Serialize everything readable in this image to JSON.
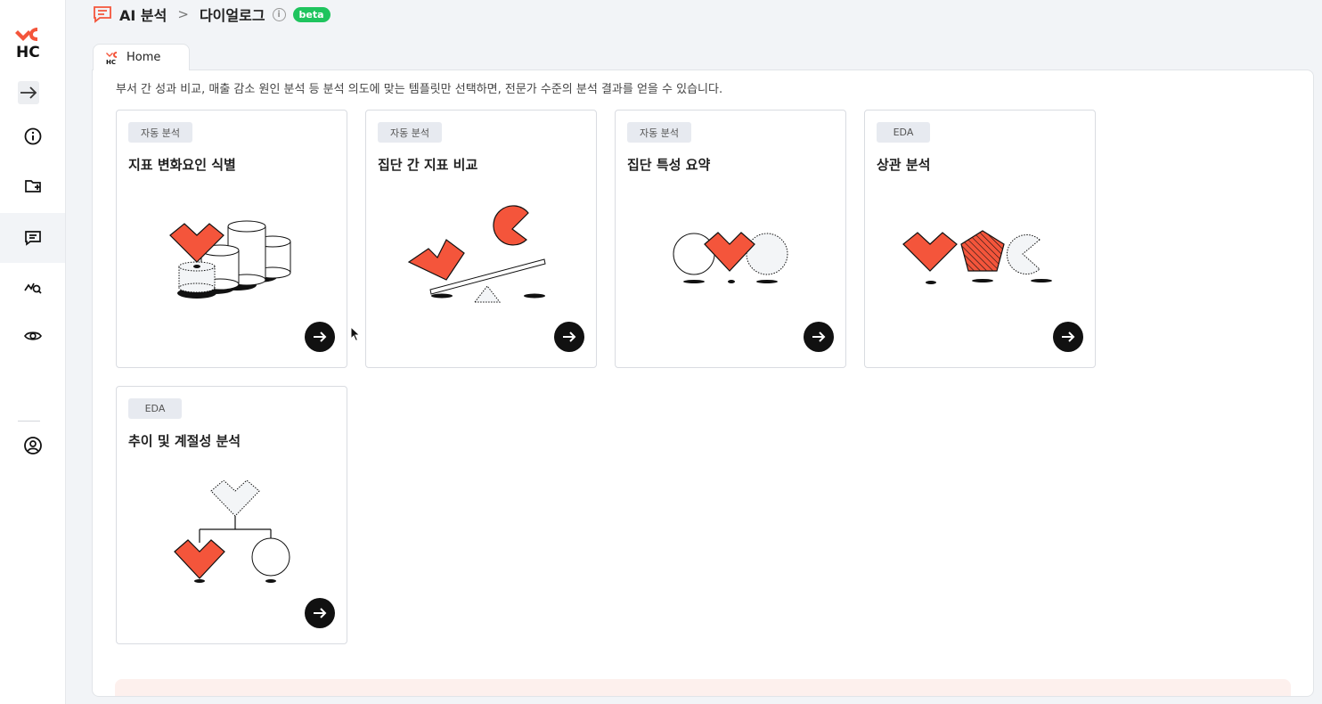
{
  "header": {
    "section": "AI 분석",
    "page": "다이얼로그",
    "beta": "beta"
  },
  "tab": {
    "label": "Home"
  },
  "main": {
    "description": "부서 간 성과 비교, 매출 감소 원인 분석 등 분석 의도에 맞는 템플릿만 선택하면, 전문가 수준의 분석 결과를 얻을 수 있습니다.",
    "cards": [
      {
        "tag": "자동 분석",
        "title": "지표 변화요인 식별"
      },
      {
        "tag": "자동 분석",
        "title": "집단 간 지표 비교"
      },
      {
        "tag": "자동 분석",
        "title": "집단 특성 요약"
      },
      {
        "tag": "EDA",
        "title": "상관 분석"
      },
      {
        "tag": "EDA",
        "title": "추이 및 계절성 분석"
      }
    ]
  },
  "colors": {
    "accent": "#f4553b",
    "beta": "#1fc45e"
  },
  "icons": {
    "sidebar": [
      "logo",
      "expand-arrow-icon",
      "info-icon",
      "folder-add-icon",
      "chat-icon",
      "search-chart-icon",
      "eye-icon",
      "user-icon"
    ]
  }
}
